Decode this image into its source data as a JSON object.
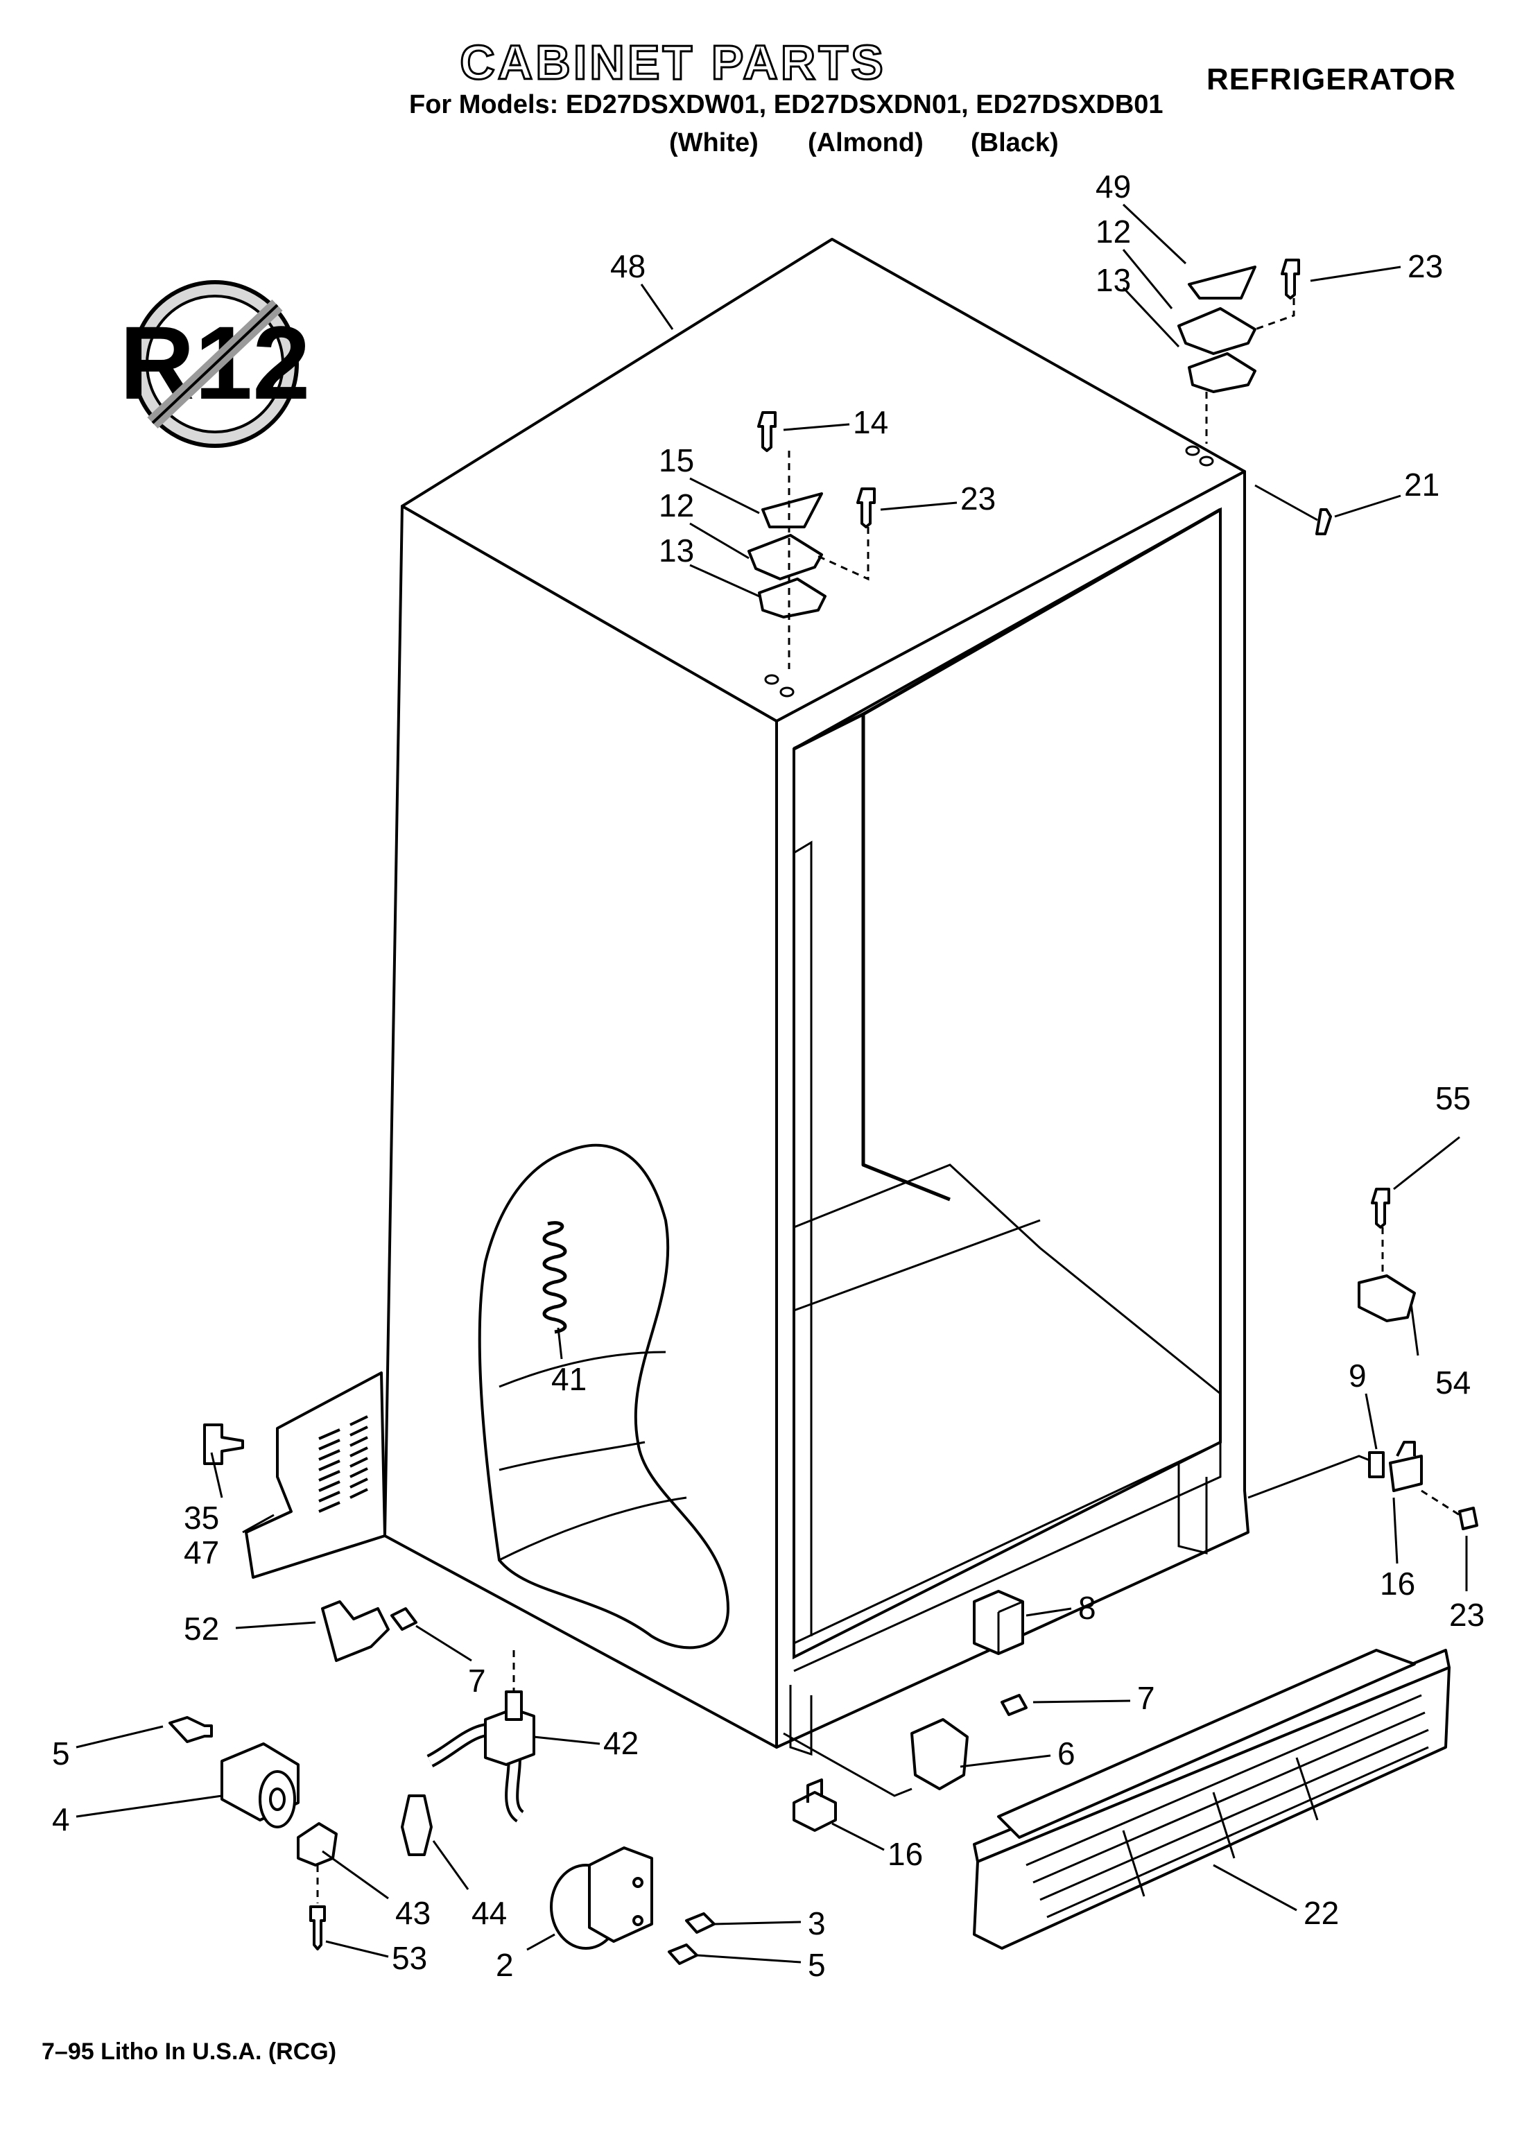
{
  "header": {
    "title": "CABINET PARTS",
    "appliance": "REFRIGERATOR",
    "models": "For Models: ED27DSXDW01, ED27DSXDN01, ED27DSXDB01",
    "variants": [
      "(White)",
      "(Almond)",
      "(Black)"
    ]
  },
  "badge": {
    "text": "R12"
  },
  "callouts": {
    "c48": "48",
    "c49": "49",
    "c12a": "12",
    "c13a": "13",
    "c23a": "23",
    "c14": "14",
    "c15": "15",
    "c12b": "12",
    "c13b": "13",
    "c23b": "23",
    "c21": "21",
    "c55": "55",
    "c41": "41",
    "c54": "54",
    "c9": "9",
    "c35": "35",
    "c47": "47",
    "c16a": "16",
    "c23c": "23",
    "c52": "52",
    "c7a": "7",
    "c8": "8",
    "c5a": "5",
    "c4": "4",
    "c42": "42",
    "c7b": "7",
    "c6": "6",
    "c16b": "16",
    "c43": "43",
    "c44": "44",
    "c53": "53",
    "c3": "3",
    "c2": "2",
    "c5b": "5",
    "c22": "22"
  },
  "footer": {
    "text": "7–95 Litho In U.S.A. (RCG)"
  }
}
